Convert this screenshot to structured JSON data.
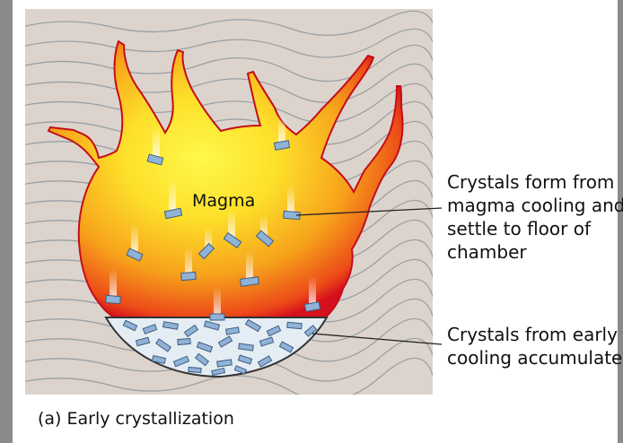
{
  "figure": {
    "magma_label": "Magma",
    "annotations": [
      {
        "id": "crystals-form",
        "text": "Crystals form from magma cooling and settle to floor of chamber"
      },
      {
        "id": "crystals-accumulate",
        "text": "Crystals from early cooling accumulate"
      }
    ],
    "caption": "(a)  Early crystallization"
  },
  "colors": {
    "rock_background": "#dcd4cc",
    "strata_lines": "#9aa0a6",
    "magma_rim": "#d4101c",
    "magma_mid": "#f7a21b",
    "magma_core": "#fff84a",
    "crystal_fill": "#8fb2d6",
    "crystal_stroke": "#3f5e80",
    "crystal_pile": "#e4edf4"
  }
}
